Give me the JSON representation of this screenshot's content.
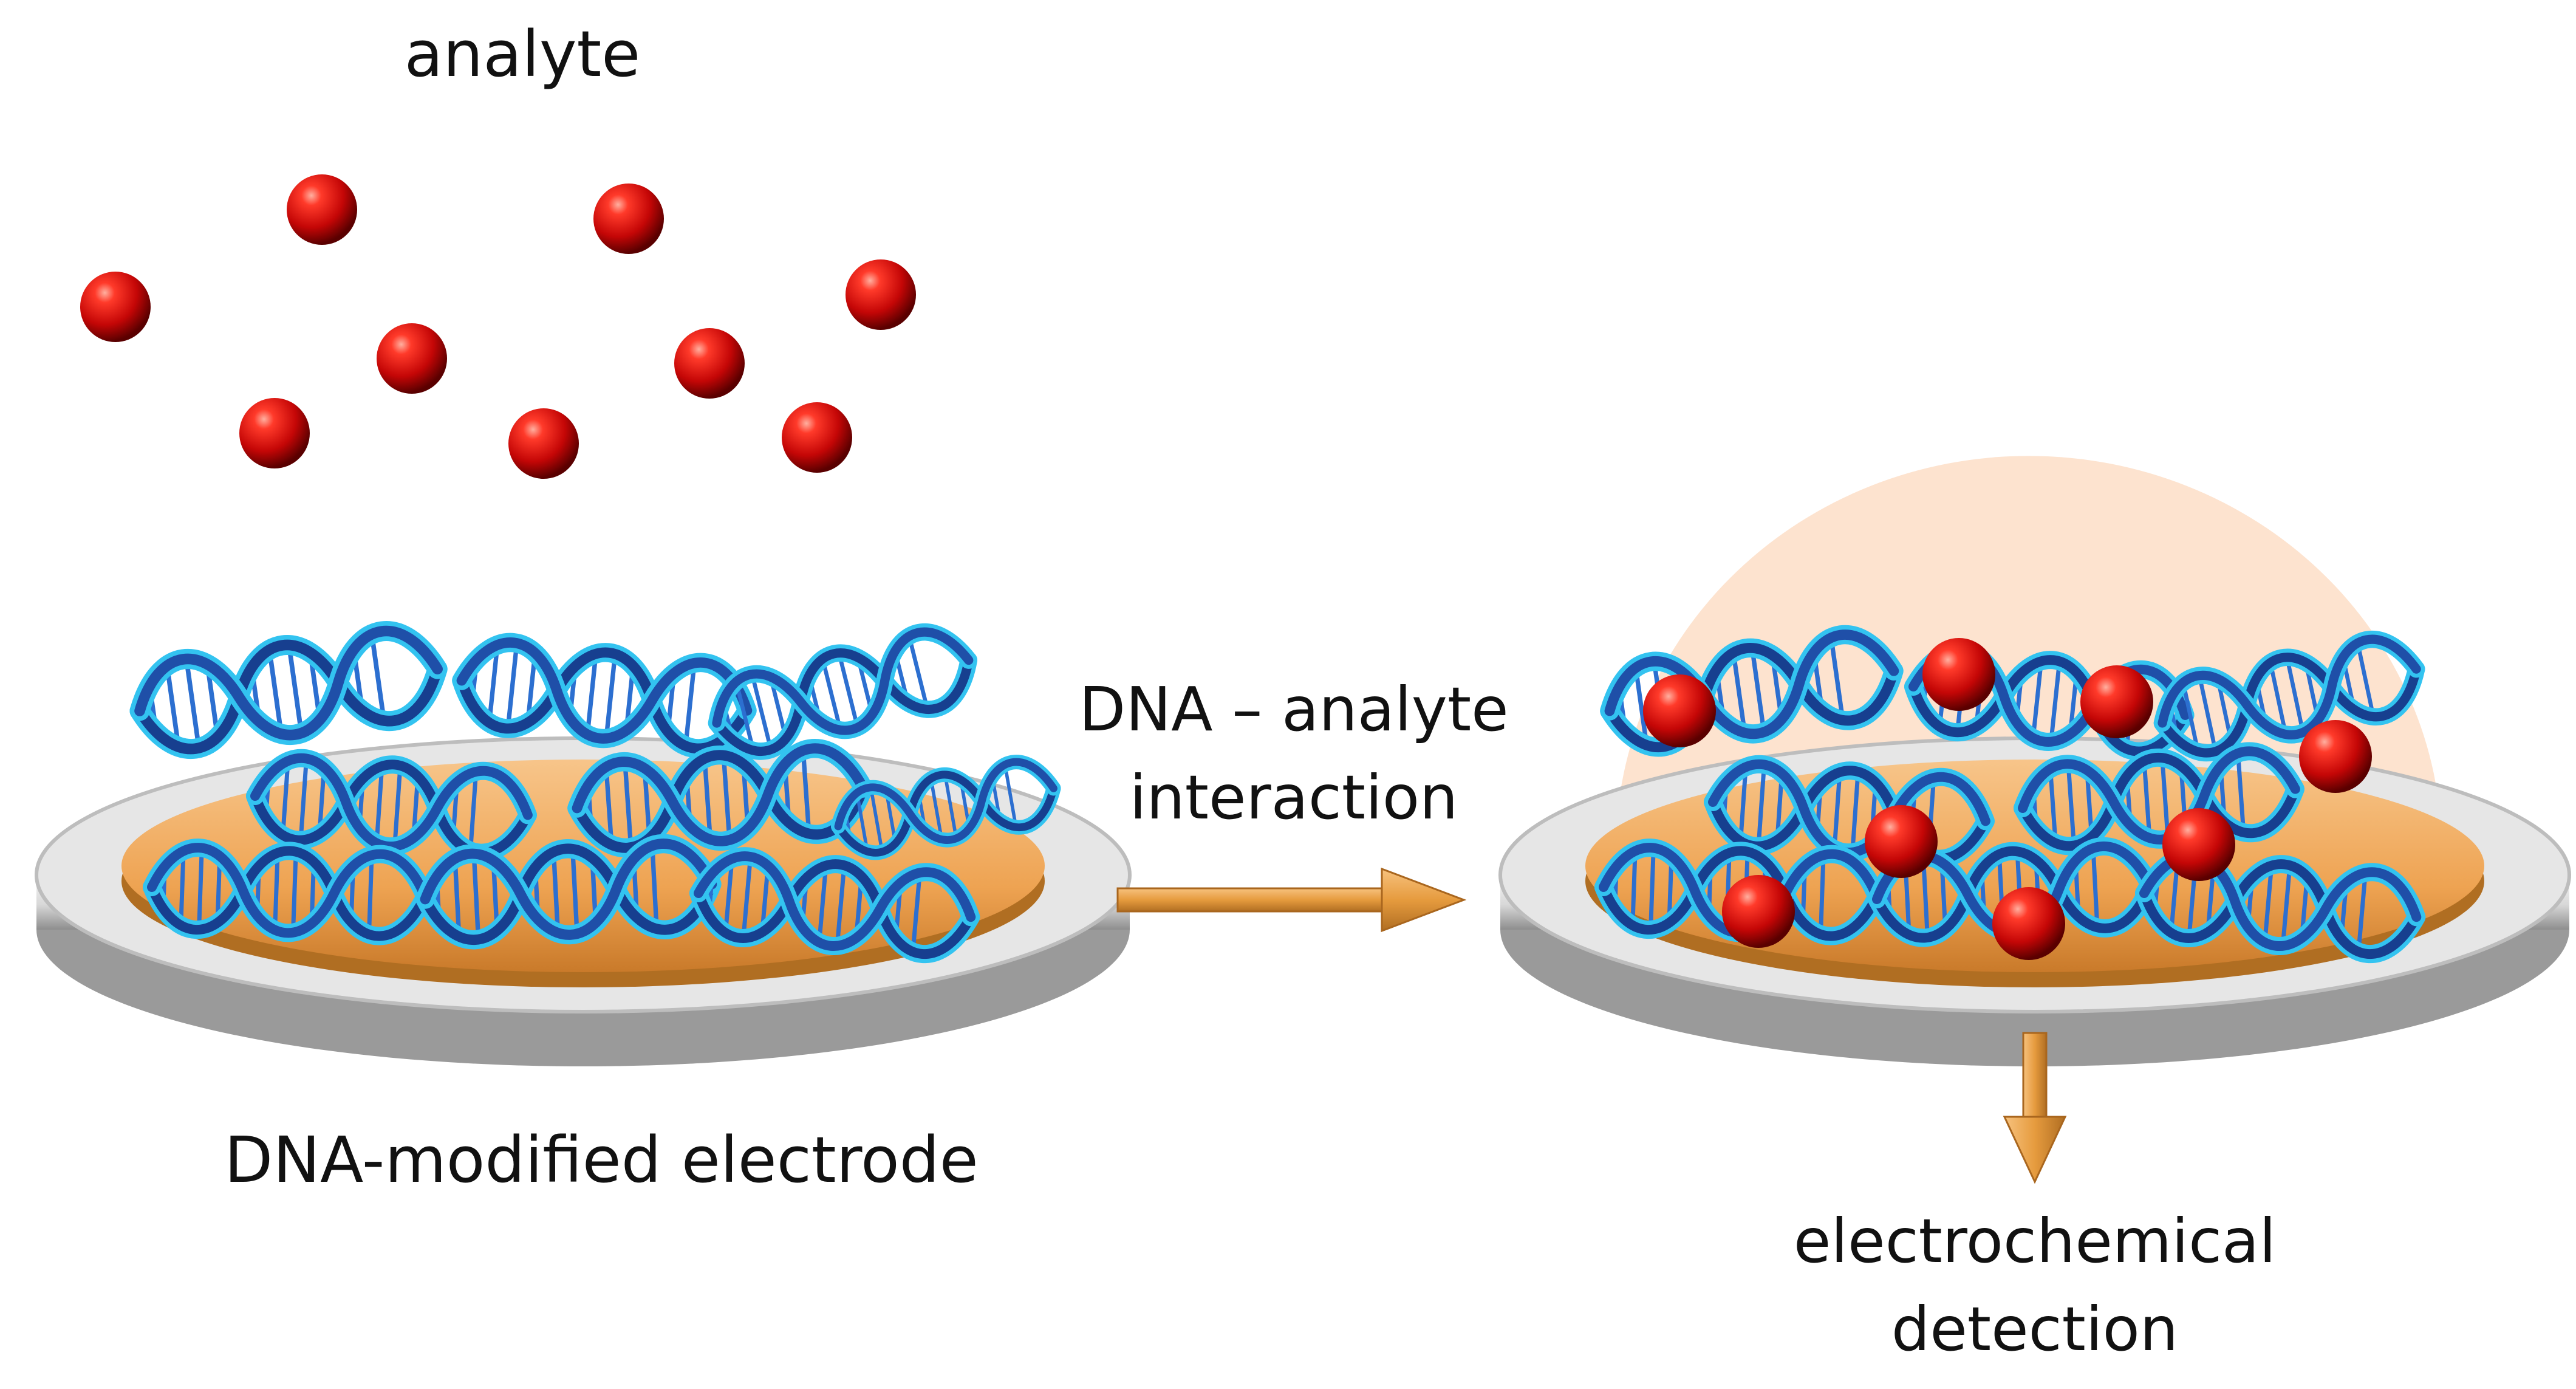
{
  "labels": {
    "analyte": "analyte",
    "electrode": "DNA-modified electrode",
    "interaction_line1": "DNA – analyte",
    "interaction_line2": "interaction",
    "detection_line1": "electrochemical",
    "detection_line2": "detection"
  },
  "colors": {
    "analyte_sphere": "#d40a0a",
    "dna_strand": "#1f4fa8",
    "dna_highlight": "#33c3f0",
    "electrode_surface": "#f2a24a",
    "electrode_base": "#d9d9d9",
    "arrow": "#e39a3a",
    "signal_dome": "#fde3cf"
  },
  "icons": {
    "analyte": "red-sphere",
    "dna": "double-helix",
    "arrow_right": "arrow-right",
    "arrow_down": "arrow-down"
  }
}
